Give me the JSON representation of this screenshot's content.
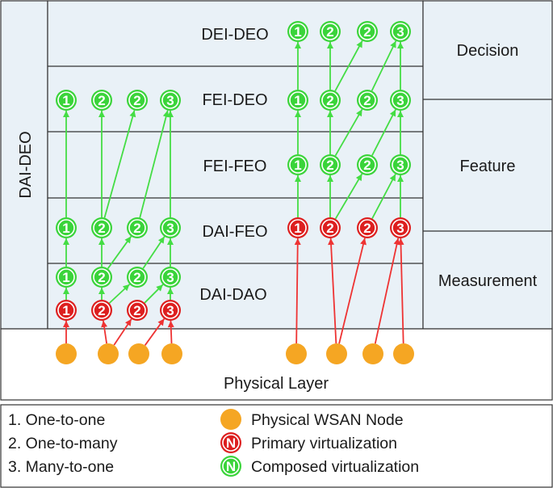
{
  "colors": {
    "panel": "#e9f1f7",
    "border": "#333333",
    "green": "#3ad43a",
    "green_line": "#44dd44",
    "red": "#dd1f1f",
    "red_line": "#ee3333",
    "orange": "#f5a623",
    "white": "#ffffff"
  },
  "left_axis_label": "DAI-DEO",
  "categories": [
    "Decision",
    "Feature",
    "Measurement"
  ],
  "levels": {
    "dei_deo": "DEI-DEO",
    "fei_deo": "FEI-DEO",
    "fei_feo": "FEI-FEO",
    "dai_feo": "DAI-FEO",
    "dai_dao": "DAI-DAO"
  },
  "physical_layer": "Physical Layer",
  "node_numbers": [
    "1",
    "2",
    "2",
    "3"
  ],
  "legend": {
    "items": [
      "1. One-to-one",
      "2. One-to-many",
      "3. Many-to-one"
    ],
    "physical": "Physical WSAN Node",
    "primary_symbol": "N",
    "primary": "Primary virtualization",
    "composed_symbol": "N",
    "composed": "Composed virtualization"
  }
}
